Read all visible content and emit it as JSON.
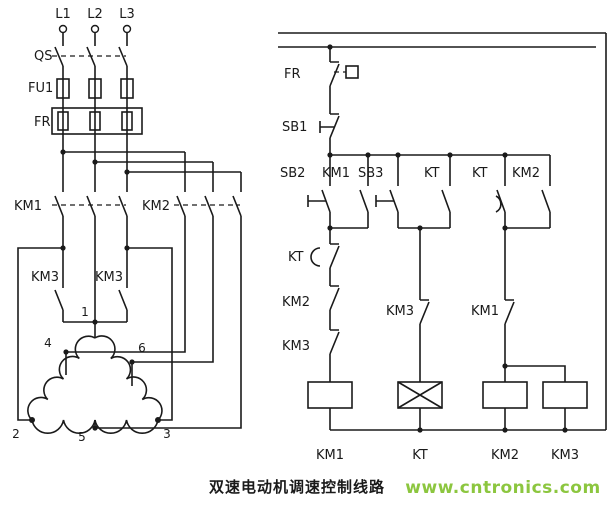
{
  "caption": "双速电动机调速控制线路",
  "watermark": "www.cntronics.com",
  "colors": {
    "line": "#1a1a1a",
    "watermark": "#8cc63f",
    "background": "#ffffff"
  },
  "main": {
    "phases": [
      "L1",
      "L2",
      "L3"
    ],
    "qs": "QS",
    "fu": "FU1",
    "fr": "FR",
    "km1": "KM1",
    "km2": "KM2",
    "km3a": "KM3",
    "km3b": "KM3",
    "t1": "1",
    "t2": "2",
    "t3": "3",
    "t4": "4",
    "t5": "5",
    "t6": "6"
  },
  "control": {
    "fr": "FR",
    "sb1": "SB1",
    "sb2": "SB2",
    "km1_aux": "KM1",
    "sb3": "SB3",
    "kt_aux": "KT",
    "kt_delay": "KT",
    "km2_aux": "KM2",
    "kt_nc": "KT",
    "km2_nc": "KM2",
    "km3_nc": "KM3",
    "km3_mid": "KM3",
    "km1_nc": "KM1",
    "coils": [
      "KM1",
      "KT",
      "KM2",
      "KM3"
    ]
  }
}
